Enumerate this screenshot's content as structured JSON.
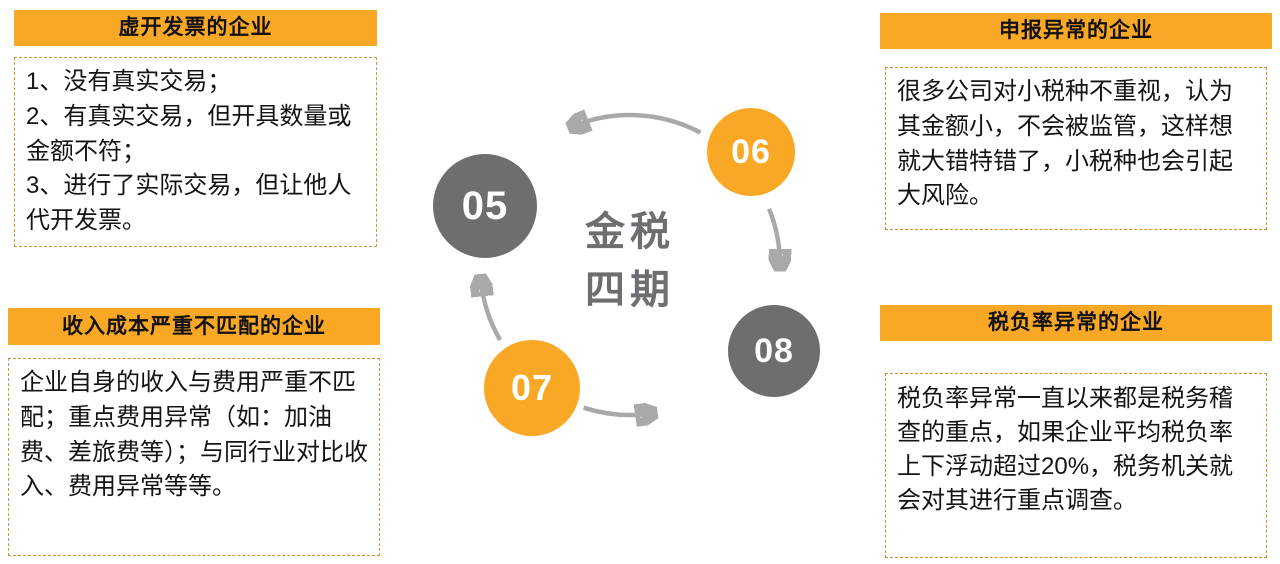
{
  "colors": {
    "accent_orange": "#F9A826",
    "node_gray": "#6E6E6E",
    "arc_gray": "#A9A9A9",
    "dashed_border": "#D0912E",
    "center_title_gray": "#6D6E71"
  },
  "center": {
    "title_line1": "金税",
    "title_line2": "四期"
  },
  "nodes": [
    {
      "label": "05",
      "color": "#6E6E6E"
    },
    {
      "label": "06",
      "color": "#F9A826"
    },
    {
      "label": "07",
      "color": "#F9A826"
    },
    {
      "label": "08",
      "color": "#6E6E6E"
    }
  ],
  "panels": [
    {
      "title": "虚开发票的企业",
      "body": "1、没有真实交易；\n2、有真实交易，但开具数量或金额不符；\n3、进行了实际交易，但让他人代开发票。"
    },
    {
      "title": "申报异常的企业",
      "body": "很多公司对小税种不重视，认为其金额小，不会被监管，这样想就大错特错了，小税种也会引起大风险。"
    },
    {
      "title": "收入成本严重不匹配的企业",
      "body": "企业自身的收入与费用严重不匹配；重点费用异常（如：加油费、差旅费等）；与同行业对比收入、费用异常等等。"
    },
    {
      "title": "税负率异常的企业",
      "body": "税负率异常一直以来都是税务稽查的重点，如果企业平均税负率上下浮动超过20%，税务机关就会对其进行重点调查。"
    }
  ]
}
